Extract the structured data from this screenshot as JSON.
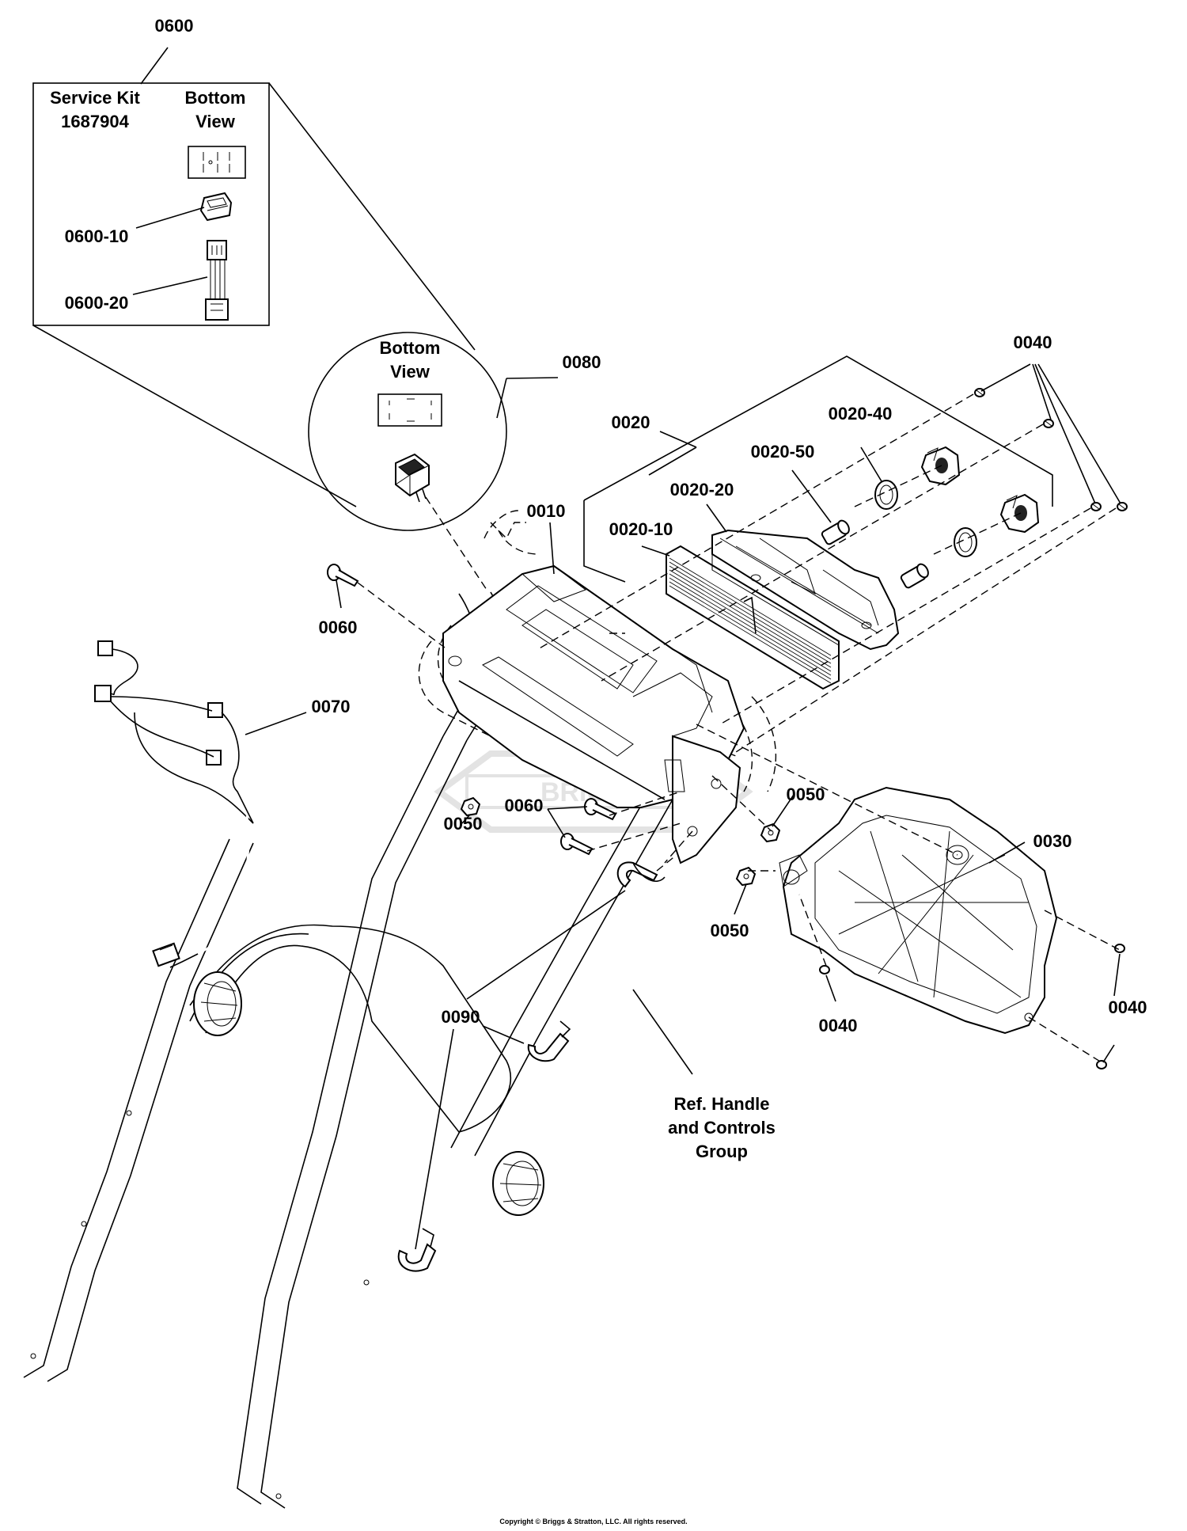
{
  "diagram": {
    "callouts": {
      "c0600": "0600",
      "c0600_10": "0600-10",
      "c0600_20": "0600-20",
      "c0080": "0080",
      "c0040_top": "0040",
      "c0020": "0020",
      "c0020_40": "0020-40",
      "c0020_50": "0020-50",
      "c0020_20": "0020-20",
      "c0020_10": "0020-10",
      "c0010": "0010",
      "c0060_left": "0060",
      "c0070": "0070",
      "c0050_left": "0050",
      "c0060_mid": "0060",
      "c0050_mid": "0050",
      "c0030": "0030",
      "c0050_lower": "0050",
      "c0040_lower": "0040",
      "c0040_right": "0040",
      "c0090": "0090"
    },
    "service_kit": {
      "line1": "Service Kit",
      "line2": "1687904"
    },
    "bottom_view_kit": {
      "line1": "Bottom",
      "line2": "View"
    },
    "bottom_view_circle": {
      "line1": "Bottom",
      "line2": "View"
    },
    "reference": {
      "line1": "Ref. Handle",
      "line2": "and Controls",
      "line3": "Group"
    },
    "watermark": "BRIGGS",
    "copyright": "Copyright © Briggs & Stratton, LLC. All rights reserved."
  },
  "colors": {
    "ink": "#000000",
    "paper": "#ffffff",
    "watermark": "#e3e3e3"
  }
}
